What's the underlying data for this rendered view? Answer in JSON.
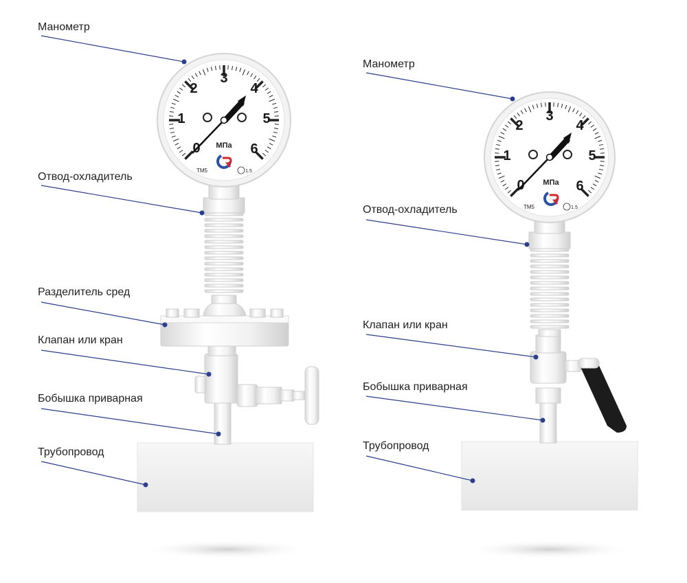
{
  "left_assembly": {
    "labels": {
      "gauge": "Манометр",
      "cooler": "Отвод-охладитель",
      "separator": "Разделитель сред",
      "valve": "Клапан или кран",
      "boss": "Бобышка приварная",
      "pipe": "Трубопровод"
    },
    "gauge": {
      "numbers": [
        "0",
        "1",
        "2",
        "3",
        "4",
        "5",
        "6"
      ],
      "unit": "МПа",
      "model": "ТМ5",
      "class": "1.5"
    }
  },
  "right_assembly": {
    "labels": {
      "gauge": "Манометр",
      "cooler": "Отвод-охладитель",
      "valve": "Клапан или кран",
      "boss": "Бобышка приварная",
      "pipe": "Трубопровод"
    },
    "gauge": {
      "numbers": [
        "0",
        "1",
        "2",
        "3",
        "4",
        "5",
        "6"
      ],
      "unit": "МПа",
      "model": "ТМ5",
      "class": "1.5"
    }
  },
  "colors": {
    "leader": "#2c3f8a",
    "logo_blue": "#2a4fa3",
    "logo_red": "#d6262d",
    "body": "#f2f2f2"
  }
}
